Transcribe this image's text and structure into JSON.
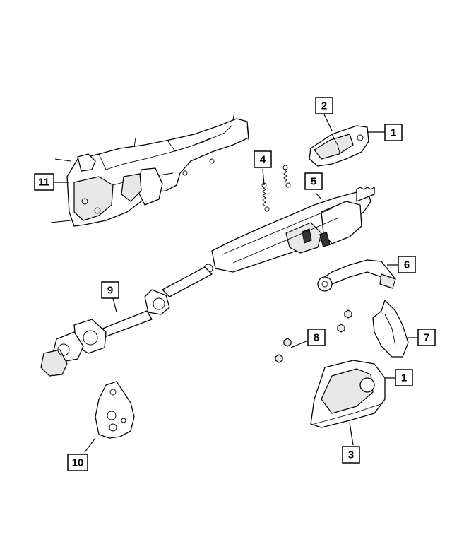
{
  "callouts": {
    "c1_top": "1",
    "c2": "2",
    "c4": "4",
    "c5": "5",
    "c11": "11",
    "c6": "6",
    "c9": "9",
    "c7": "7",
    "c8": "8",
    "c1_bottom": "1",
    "c3": "3",
    "c10": "10"
  }
}
